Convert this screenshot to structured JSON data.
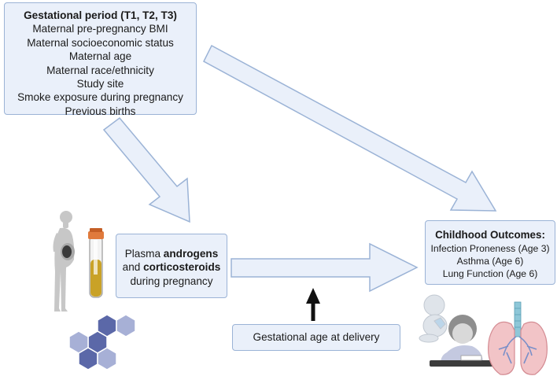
{
  "covariates": {
    "title": "Gestational period (T1, T2, T3)",
    "items": [
      "Maternal pre-pregnancy BMI",
      "Maternal socioeconomic status",
      "Maternal age",
      "Maternal race/ethnicity",
      "Study site",
      "Smoke exposure during pregnancy",
      "Previous births"
    ]
  },
  "exposure": {
    "prefix": "Plasma ",
    "androgens": "androgens",
    "and": "and ",
    "corticosteroids": "corticosteroids",
    "suffix": "during pregnancy"
  },
  "outcomes": {
    "title": "Childhood Outcomes:",
    "items": [
      "Infection Proneness (Age 3)",
      "Asthma (Age 6)",
      "Lung Function (Age 6)"
    ]
  },
  "mediator": {
    "label": "Gestational age at delivery"
  },
  "colors": {
    "box_fill": "#eaf0fa",
    "box_border": "#9bb3d6",
    "hexagon_dark": "#5b68a8",
    "hexagon_light": "#a7b0d6",
    "tube_cap": "#e07a3c",
    "tube_liquid": "#c9a227",
    "lung_fill": "#f2c4c7"
  },
  "icons": [
    "pregnant-woman-icon",
    "blood-tube-icon",
    "molecule-hexagon-icon",
    "baby-icon",
    "child-writing-icon",
    "lungs-icon"
  ]
}
